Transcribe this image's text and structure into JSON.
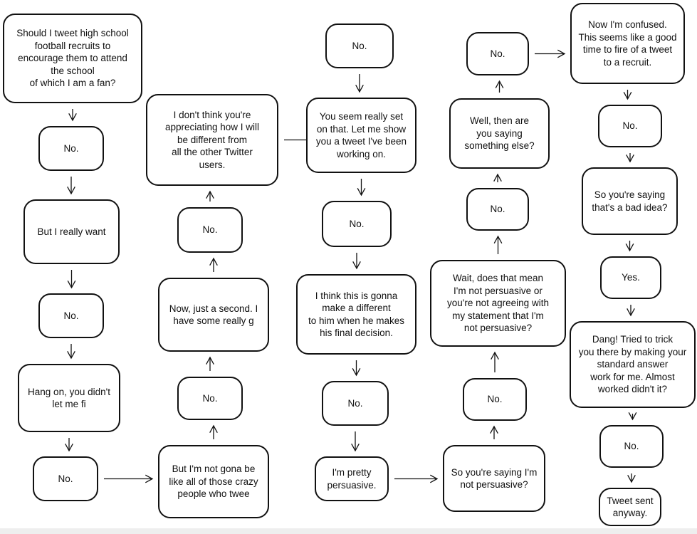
{
  "diagram": {
    "nodes": [
      {
        "id": "c1n1",
        "text": "Should I tweet high school\nfootball recruits to\nencourage them to attend\nthe school\nof which I am a fan?"
      },
      {
        "id": "c1n2",
        "text": "No."
      },
      {
        "id": "c1n3",
        "text": "But I really want"
      },
      {
        "id": "c1n4",
        "text": "No."
      },
      {
        "id": "c1n5",
        "text": "Hang on, you didn't\nlet me fi"
      },
      {
        "id": "c1n6",
        "text": "No."
      },
      {
        "id": "c2n1",
        "text": "But I'm not gona be\nlike all of those crazy\npeople who twee"
      },
      {
        "id": "c2n2",
        "text": "No."
      },
      {
        "id": "c2n3",
        "text": "Now, just a second. I\nhave some really g"
      },
      {
        "id": "c2n4",
        "text": "No."
      },
      {
        "id": "c2n5",
        "text": "I don't think you're\nappreciating how I will\nbe different from\nall the other Twitter\nusers."
      },
      {
        "id": "c3n1",
        "text": "No."
      },
      {
        "id": "c3n2",
        "text": "You seem really set\non that. Let me show\nyou a tweet I've been\nworking on."
      },
      {
        "id": "c3n3",
        "text": "No."
      },
      {
        "id": "c3n4",
        "text": "I think this is gonna\nmake a different\nto him when he makes\nhis final decision."
      },
      {
        "id": "c3n5",
        "text": "No."
      },
      {
        "id": "c3n6",
        "text": "I'm pretty\npersuasive."
      },
      {
        "id": "c4n1",
        "text": "So you're saying I'm\nnot persuasive?"
      },
      {
        "id": "c4n2",
        "text": "No."
      },
      {
        "id": "c4n3",
        "text": "Wait, does that mean\nI'm not persuasive or\nyou're not agreeing with\nmy statement that I'm\nnot persuasive?"
      },
      {
        "id": "c4n4",
        "text": "No."
      },
      {
        "id": "c4n5",
        "text": "Well, then are\nyou saying\nsomething else?"
      },
      {
        "id": "c4n6",
        "text": "No."
      },
      {
        "id": "c5n1",
        "text": "Now I'm confused.\nThis seems like a good\ntime to fire of a tweet\nto a recruit."
      },
      {
        "id": "c5n2",
        "text": "No."
      },
      {
        "id": "c5n3",
        "text": "So you're saying\nthat's a bad idea?"
      },
      {
        "id": "c5n4",
        "text": "Yes."
      },
      {
        "id": "c5n5",
        "text": "Dang! Tried to trick\nyou there by making your\nstandard answer\nwork for me. Almost\nworked didn't it?"
      },
      {
        "id": "c5n6",
        "text": "No."
      },
      {
        "id": "c5n7",
        "text": "Tweet sent\nanyway."
      }
    ],
    "edges": [
      {
        "from": "c1n1",
        "to": "c1n2"
      },
      {
        "from": "c1n2",
        "to": "c1n3"
      },
      {
        "from": "c1n3",
        "to": "c1n4"
      },
      {
        "from": "c1n4",
        "to": "c1n5"
      },
      {
        "from": "c1n5",
        "to": "c1n6"
      },
      {
        "from": "c1n6",
        "to": "c2n1"
      },
      {
        "from": "c2n1",
        "to": "c2n2"
      },
      {
        "from": "c2n2",
        "to": "c2n3"
      },
      {
        "from": "c2n3",
        "to": "c2n4"
      },
      {
        "from": "c2n4",
        "to": "c2n5"
      },
      {
        "from": "c2n5",
        "to": "c3n1"
      },
      {
        "from": "c3n1",
        "to": "c3n2"
      },
      {
        "from": "c3n2",
        "to": "c3n3"
      },
      {
        "from": "c3n3",
        "to": "c3n4"
      },
      {
        "from": "c3n4",
        "to": "c3n5"
      },
      {
        "from": "c3n5",
        "to": "c3n6"
      },
      {
        "from": "c3n6",
        "to": "c4n1"
      },
      {
        "from": "c4n1",
        "to": "c4n2"
      },
      {
        "from": "c4n2",
        "to": "c4n3"
      },
      {
        "from": "c4n3",
        "to": "c4n4"
      },
      {
        "from": "c4n4",
        "to": "c4n5"
      },
      {
        "from": "c4n5",
        "to": "c4n6"
      },
      {
        "from": "c4n6",
        "to": "c5n1"
      },
      {
        "from": "c5n1",
        "to": "c5n2"
      },
      {
        "from": "c5n2",
        "to": "c5n3"
      },
      {
        "from": "c5n3",
        "to": "c5n4"
      },
      {
        "from": "c5n4",
        "to": "c5n5"
      },
      {
        "from": "c5n5",
        "to": "c5n6"
      },
      {
        "from": "c5n6",
        "to": "c5n7"
      }
    ]
  },
  "style": {
    "stroke": "#111111",
    "background": "#ffffff"
  }
}
